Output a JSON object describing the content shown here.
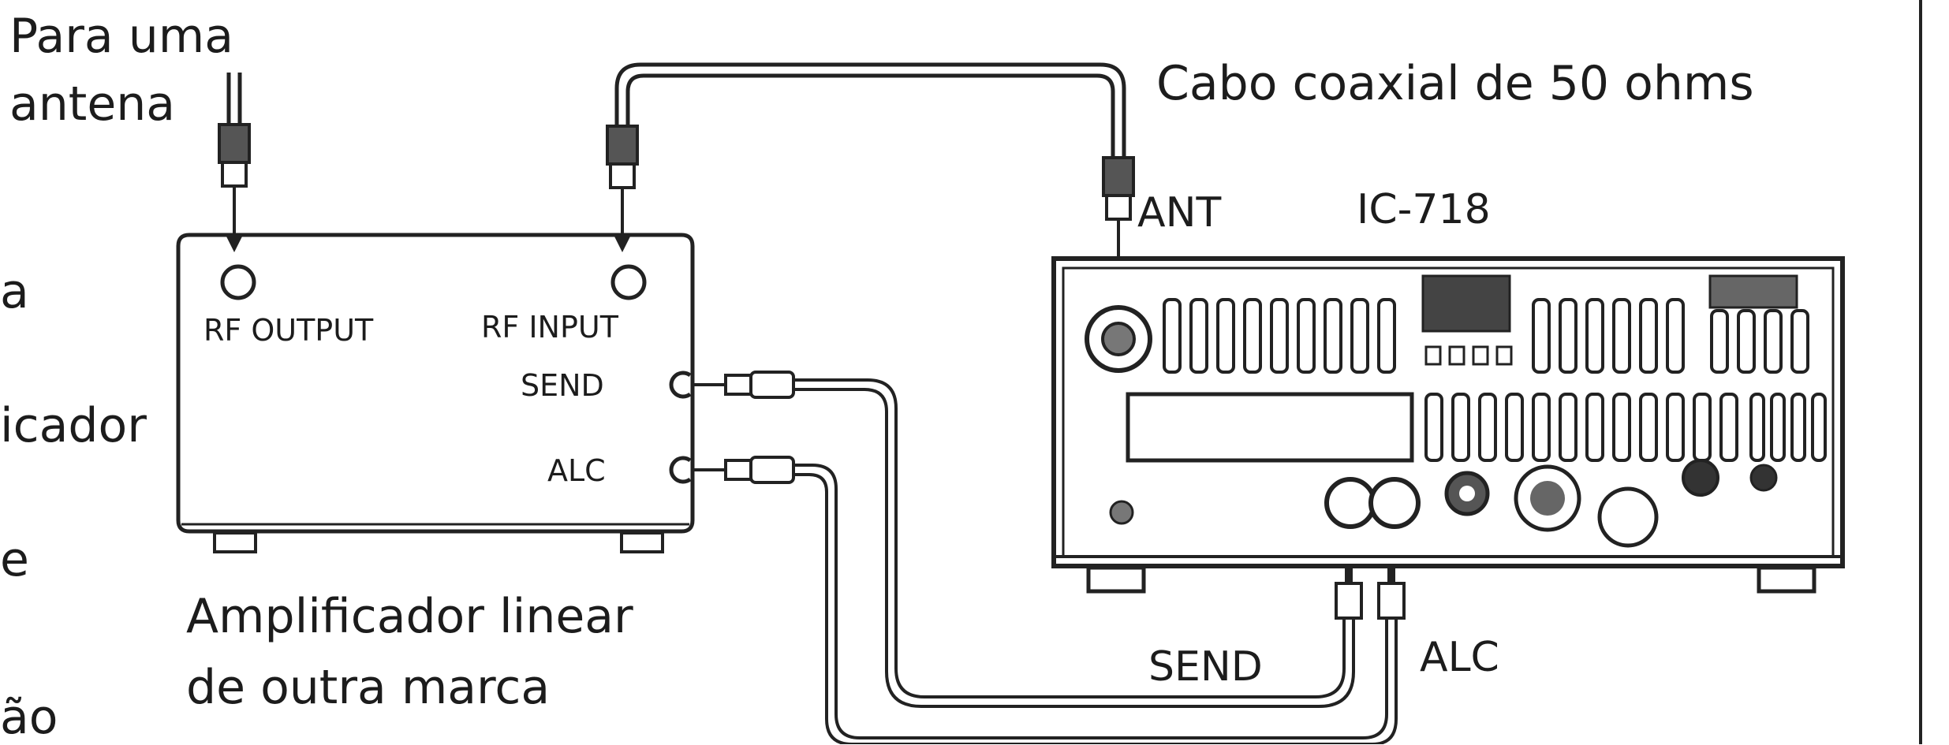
{
  "antenna_label": [
    "Para uma",
    "antena"
  ],
  "coax_label": "Cabo coaxial de 50 ohms",
  "ant_label": "ANT",
  "radio_model": "IC-718",
  "amplifier": {
    "rf_output": "RF OUTPUT",
    "rf_input": "RF INPUT",
    "send": "SEND",
    "alc": "ALC",
    "caption": [
      "Amplificador linear",
      "de outra marca"
    ]
  },
  "radio_send": "SEND",
  "radio_alc": "ALC",
  "left_fragments": [
    "a",
    "icador",
    "e",
    "ão"
  ]
}
